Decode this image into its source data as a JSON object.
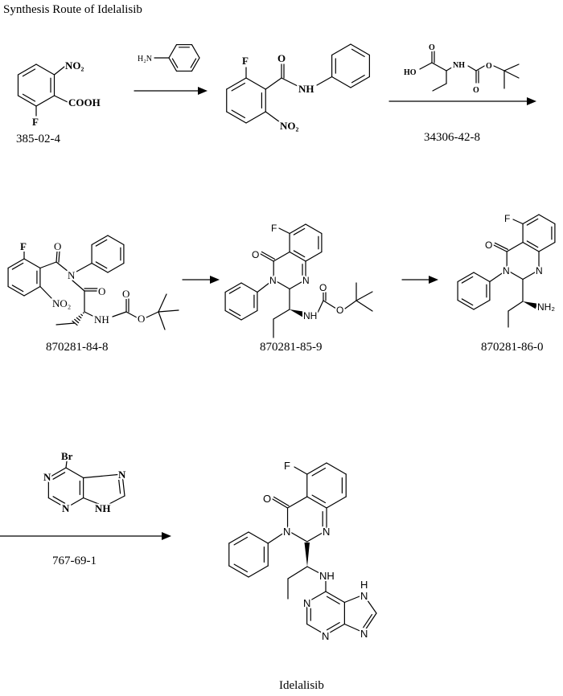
{
  "title": "Synthesis Route of Idelalisib",
  "compounds": {
    "start": {
      "cas": "385-02-4",
      "labels": {
        "no2": "NO₂",
        "cooh": "COOH",
        "f": "F"
      }
    },
    "reagent_aniline": {
      "labels": {
        "h2n": "H₂N"
      }
    },
    "amide": {
      "labels": {
        "f": "F",
        "o": "O",
        "nh": "NH",
        "no2": "NO₂"
      }
    },
    "reagent_boc": {
      "cas": "34306-42-8",
      "labels": {
        "ho": "HO",
        "o1": "O",
        "nh": "NH",
        "o2": "O",
        "o3": "O"
      }
    },
    "c84": {
      "cas": "870281-84-8",
      "labels": {
        "f": "F",
        "o1": "O",
        "n": "N",
        "o2": "O",
        "nh": "NH",
        "o3": "O",
        "o4": "O",
        "no2": "NO₂"
      }
    },
    "c85": {
      "cas": "870281-85-9",
      "labels": {
        "f": "F",
        "o1": "O",
        "n1": "N",
        "n3": "N",
        "nh": "NH",
        "o2": "O",
        "o3": "O"
      }
    },
    "c86": {
      "cas": "870281-86-0",
      "labels": {
        "f": "F",
        "o": "O",
        "n1": "N",
        "n3": "N",
        "nh2": "NH₂"
      }
    },
    "bromopurine": {
      "cas": "767-69-1",
      "labels": {
        "br": "Br",
        "n1": "N",
        "n3": "N",
        "n7": "N",
        "n9h": "NH"
      }
    },
    "idelalisib": {
      "name": "Idelalisib",
      "labels": {
        "f": "F",
        "o": "O",
        "n1": "N",
        "n3": "N",
        "nh": "NH",
        "pn1": "N",
        "pn3": "N",
        "pn7": "N",
        "ph": "H",
        "pn9": "N"
      }
    }
  }
}
